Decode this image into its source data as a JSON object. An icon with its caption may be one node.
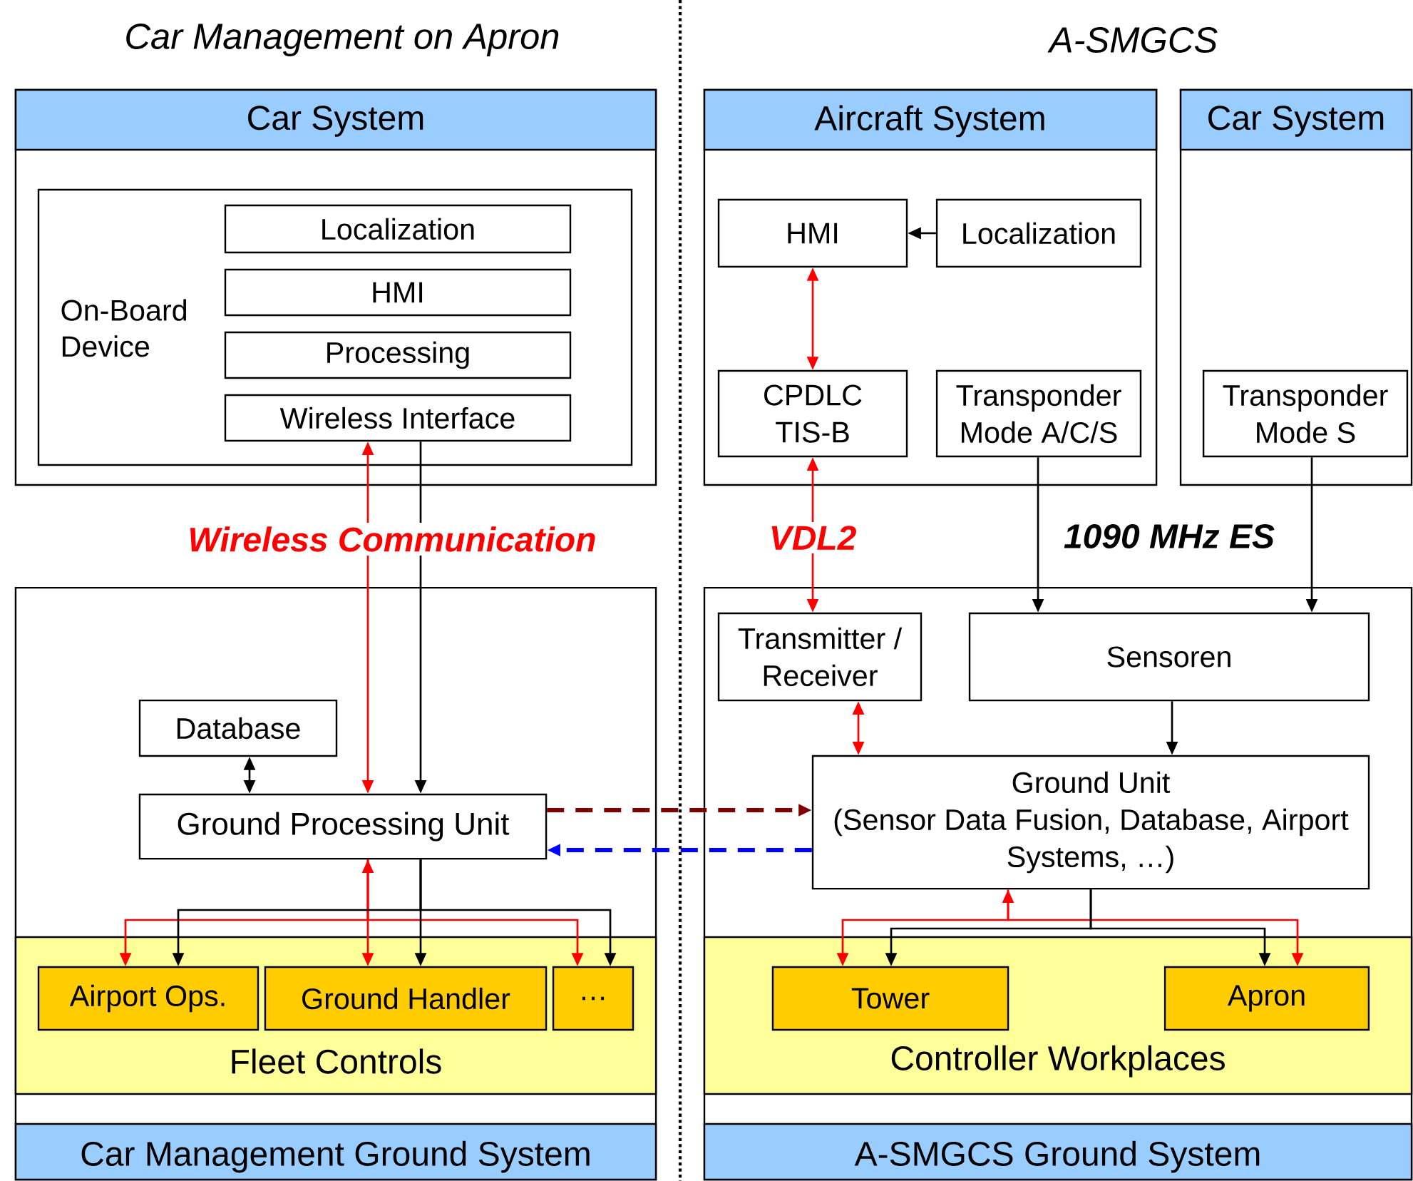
{
  "diagram": {
    "nodes": [
      {
        "text": [
          "Car System"
        ]
      },
      {
        "text": [
          "On-Board Device"
        ],
        "in": 0
      },
      {
        "text": [
          "Localization"
        ],
        "in": 1
      },
      {
        "text": [
          "HMI"
        ],
        "in": 1
      },
      {
        "text": [
          "Processing"
        ],
        "in": 1
      },
      {
        "text": [
          "Wireless Interface"
        ],
        "in": 1
      },
      {
        "text": [
          "Car Management Ground System"
        ]
      },
      {
        "text": [
          "Database"
        ],
        "in": 6
      },
      {
        "text": [
          "Ground Processing Unit"
        ],
        "in": 6
      },
      {
        "text": [
          "Fleet Controls"
        ],
        "in": 6
      },
      {
        "text": [
          "Airport Ops."
        ],
        "in": 9
      },
      {
        "text": [
          "Ground Handler"
        ],
        "in": 9
      },
      {
        "text": [
          "…"
        ],
        "in": 9
      },
      {
        "text": [
          "Aircraft System"
        ]
      },
      {
        "text": [
          "HMI"
        ],
        "in": 13
      },
      {
        "text": [
          "Localization"
        ],
        "in": 13
      },
      {
        "text": [
          "CPDLC TIS-B"
        ],
        "in": 13
      },
      {
        "text": [
          "Transponder Mode A/C/S"
        ],
        "in": 13
      },
      {
        "text": [
          "Car System"
        ]
      },
      {
        "text": [
          "Transponder Mode S"
        ],
        "in": 18
      },
      {
        "text": [
          "A-SMGCS Ground System"
        ]
      },
      {
        "text": [
          "Transmitter / Receiver"
        ],
        "in": 20
      },
      {
        "text": [
          "Sensoren"
        ],
        "in": 20
      },
      {
        "text": [
          "Ground Unit",
          "(Sensor Data Fusion, Database, Airport Systems, …)"
        ],
        "in": 20
      },
      {
        "text": [
          "Controller Workplaces"
        ],
        "in": 20
      },
      {
        "text": [
          "Tower"
        ],
        "in": 24
      },
      {
        "text": [
          "Apron"
        ],
        "in": 24
      }
    ],
    "edges": [
      {
        "from": 5,
        "to": 8,
        "arrow": "both",
        "color": "#ff0000",
        "label": "Wireless Communication"
      },
      {
        "from": 5,
        "to": 8,
        "arrow": "to"
      },
      {
        "from": 7,
        "to": 8,
        "arrow": "both"
      },
      {
        "from": 8,
        "to": 23,
        "arrow": "to",
        "style": "dashed",
        "color": "#800000"
      },
      {
        "from": 23,
        "to": 8,
        "arrow": "to",
        "style": "dashed",
        "color": "#0000ff"
      },
      {
        "from": 8,
        "to": 10,
        "arrow": "to",
        "color": "#ff0000"
      },
      {
        "from": 8,
        "to": 11,
        "arrow": "both",
        "color": "#ff0000"
      },
      {
        "from": 8,
        "to": 12,
        "arrow": "to",
        "color": "#ff0000"
      },
      {
        "from": 8,
        "to": 10,
        "arrow": "to"
      },
      {
        "from": 8,
        "to": 11,
        "arrow": "to"
      },
      {
        "from": 8,
        "to": 12,
        "arrow": "to"
      },
      {
        "from": 15,
        "to": 14,
        "arrow": "to"
      },
      {
        "from": 14,
        "to": 16,
        "arrow": "both",
        "color": "#ff0000"
      },
      {
        "from": 16,
        "to": 21,
        "arrow": "both",
        "color": "#ff0000",
        "label": "VDL2"
      },
      {
        "from": 17,
        "to": 22,
        "arrow": "to",
        "label": "1090 MHz ES"
      },
      {
        "from": 19,
        "to": 22,
        "arrow": "to"
      },
      {
        "from": 21,
        "to": 23,
        "arrow": "both",
        "color": "#ff0000"
      },
      {
        "from": 22,
        "to": 23,
        "arrow": "to"
      },
      {
        "from": 23,
        "to": 25,
        "arrow": "both",
        "color": "#ff0000"
      },
      {
        "from": 23,
        "to": 26,
        "arrow": "to",
        "color": "#ff0000"
      },
      {
        "from": 23,
        "to": 25,
        "arrow": "to"
      },
      {
        "from": 23,
        "to": 26,
        "arrow": "to"
      }
    ],
    "labels": [
      "Car Management on Apron",
      "A-SMGCS"
    ]
  }
}
